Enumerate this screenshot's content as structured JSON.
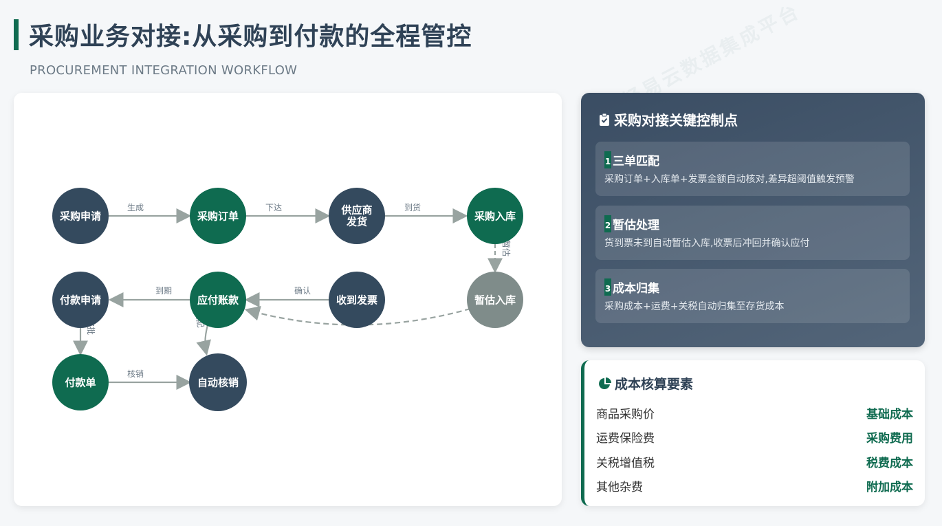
{
  "header": {
    "title": "采购业务对接:从采购到付款的全程管控",
    "subtitle": "PROCUREMENT INTEGRATION WORKFLOW",
    "watermark": "轻易云数据集成平台"
  },
  "colors": {
    "dark": "#344a5e",
    "green": "#0f6b50",
    "gray": "#7f8c8a",
    "edge": "#98a3a0"
  },
  "flow": {
    "nodes": {
      "n1": "采购申请",
      "n2": "采购订单",
      "n3a": "供应商",
      "n3b": "发货",
      "n4": "采购入库",
      "n5": "暂估入库",
      "n6": "收到发票",
      "n7": "应付账款",
      "n8": "付款申请",
      "n9": "付款单",
      "n10": "自动核销"
    },
    "edges": {
      "e1": "生成",
      "e2": "下达",
      "e3": "到货",
      "e4": "暂估",
      "e5": "确认",
      "e6": "到期",
      "e7": "审批",
      "e8": "核销",
      "e9": "匹配"
    }
  },
  "controls": {
    "title": "采购对接关键控制点",
    "items": [
      {
        "num": "1",
        "title": "三单匹配",
        "desc": "采购订单+入库单+发票金额自动核对,差异超阈值触发预警"
      },
      {
        "num": "2",
        "title": "暂估处理",
        "desc": "货到票未到自动暂估入库,收票后冲回并确认应付"
      },
      {
        "num": "3",
        "title": "成本归集",
        "desc": "采购成本+运费+关税自动归集至存货成本"
      }
    ]
  },
  "cost": {
    "title": "成本核算要素",
    "rows": [
      {
        "item": "商品采购价",
        "type": "基础成本"
      },
      {
        "item": "运费保险费",
        "type": "采购费用"
      },
      {
        "item": "关税增值税",
        "type": "税费成本"
      },
      {
        "item": "其他杂费",
        "type": "附加成本"
      }
    ]
  }
}
